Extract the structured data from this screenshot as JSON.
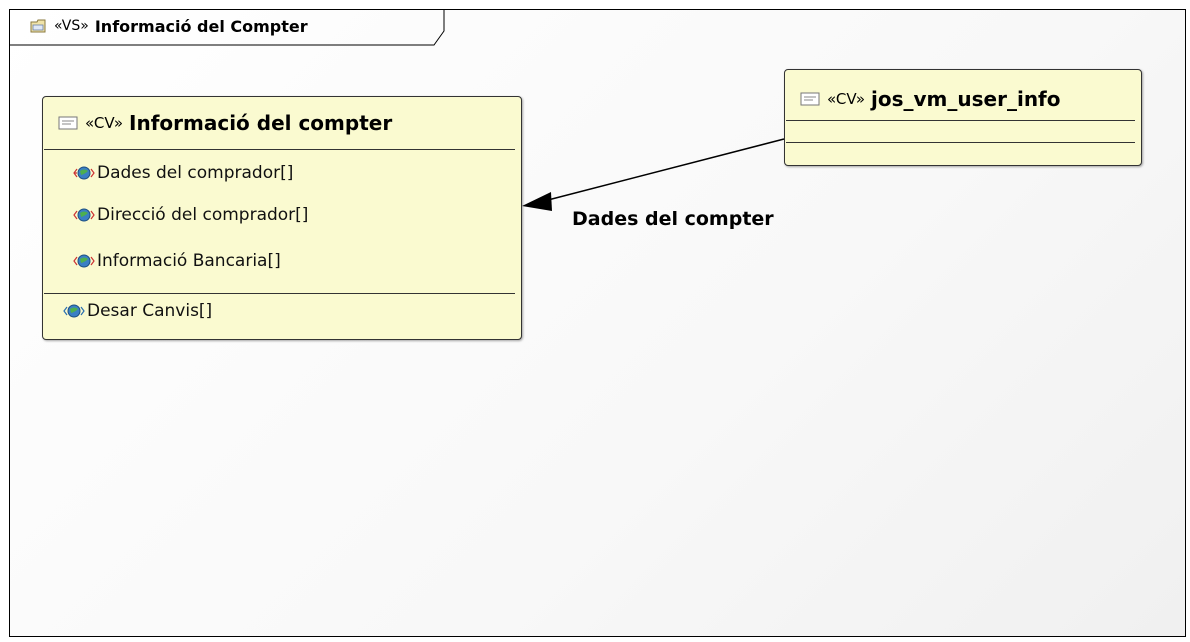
{
  "frame": {
    "stereotype": "«VS»",
    "title": "Informació del Compter"
  },
  "class_main": {
    "stereotype": "«CV»",
    "name": "Informació del compter",
    "attributes": [
      "Dades del comprador[]",
      "Direcció del comprador[]",
      "Informació Bancaria[]"
    ],
    "operations": [
      "Desar Canvis[]"
    ]
  },
  "class_ext": {
    "stereotype": "«CV»",
    "name": "jos_vm_user_info"
  },
  "association": {
    "label": "Dades del compter"
  },
  "colors": {
    "box_fill": "#fafad0",
    "border": "#333333"
  }
}
